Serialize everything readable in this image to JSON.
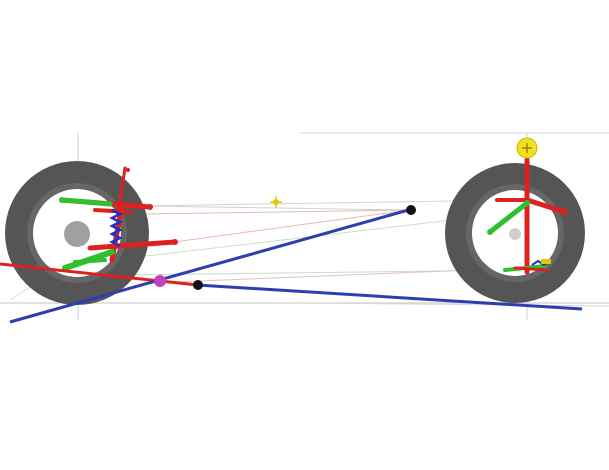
{
  "viewport": {
    "background": "#ffffff"
  },
  "colors": {
    "tire": "#5a5a5a",
    "tire_dark": "#4a4a4a",
    "rim_inner": "#ffffff",
    "hub": "#9a9a9a",
    "red_link": "#e02020",
    "green_link": "#2fbf2f",
    "blue_line": "#2b3fb0",
    "spring": "#2030c0",
    "ground": "#c8c8c8",
    "ref_line": "#bfbfbf",
    "guide_line_green": "#9fd49f",
    "guide_line_red": "#e0a0a0",
    "pivot_black": "#111111",
    "pivot_magenta": "#c040c0",
    "marker_yellow": "#f0e020",
    "marker_yellow_small": "#e0c800"
  },
  "elements": {
    "front_wheel": "front-wheel",
    "rear_wheel": "rear-wheel",
    "instant_center_upper": "instant-center-upper",
    "instant_center_lower": "instant-center-lower",
    "roll_center": "roll-center"
  }
}
